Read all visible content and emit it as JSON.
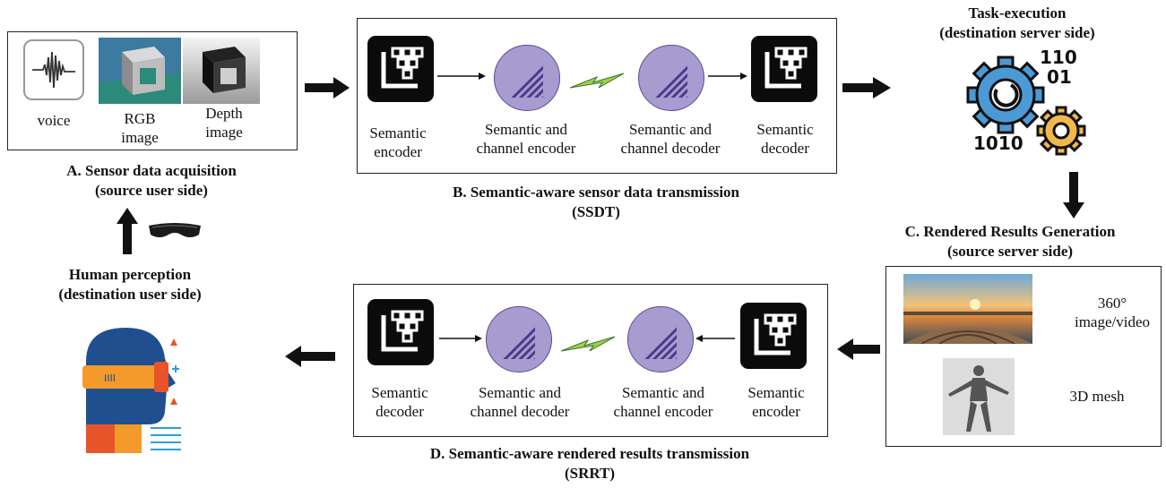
{
  "sensor": {
    "voice_label": "voice",
    "rgb_label": "RGB image",
    "depth_label": "Depth image",
    "caption_line1": "A. Sensor data acquisition",
    "caption_line2": "(source user side)"
  },
  "ssdt": {
    "semantic_encoder": "Semantic encoder",
    "channel_encoder": "Semantic and channel encoder",
    "channel_decoder": "Semantic and channel decoder",
    "semantic_decoder": "Semantic decoder",
    "caption_line1": "B. Semantic-aware sensor data transmission",
    "caption_line2": "(SSDT)"
  },
  "task": {
    "title_line1": "Task-execution",
    "title_line2": "(destination server side)",
    "binary_top1": "110",
    "binary_top2": "01",
    "binary_bottom": "1010"
  },
  "rendered": {
    "caption_line1": "C. Rendered Results Generation",
    "caption_line2": "(source server side)",
    "panorama_label": "360° image/video",
    "mesh_label": "3D mesh"
  },
  "srrt": {
    "semantic_decoder": "Semantic decoder",
    "channel_decoder": "Semantic and channel decoder",
    "channel_encoder": "Semantic and channel encoder",
    "semantic_encoder": "Semantic encoder",
    "caption_line1": "D. Semantic-aware rendered results transmission",
    "caption_line2": "(SRRT)"
  },
  "human": {
    "caption_line1": "Human perception",
    "caption_line2": "(destination user side)",
    "visor_text": "IIII"
  },
  "colors": {
    "circle_fill": "#a79bd0",
    "circle_pattern": "#4a3a8a",
    "lightning": "#9bd24a",
    "gear_blue": "#4b9ad6",
    "gear_orange": "#f2b84b",
    "head_blue": "#1f4f8f",
    "visor_orange": "#f39a2b"
  }
}
